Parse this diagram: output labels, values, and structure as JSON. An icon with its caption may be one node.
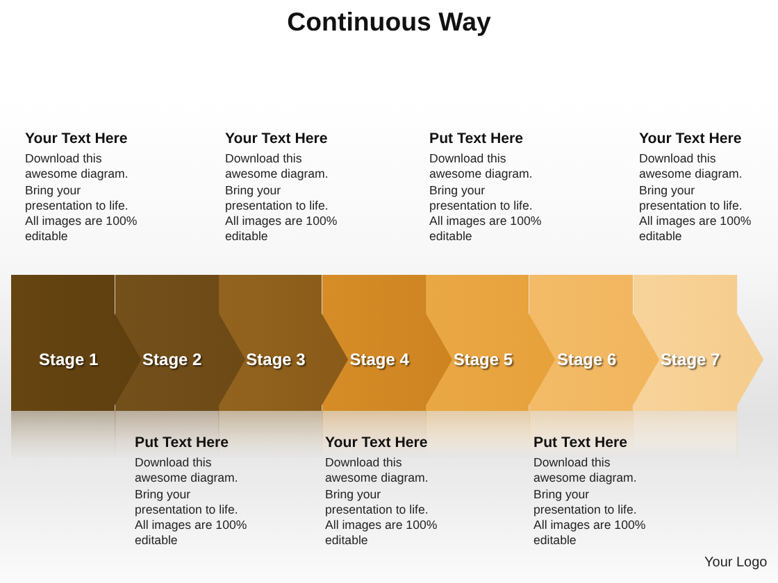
{
  "diagram": {
    "title": "Continuous Way",
    "nodes": [
      {
        "text": [
          "Stage 1"
        ],
        "beside": [
          "Your Text Here",
          "Download this awesome diagram. Bring your presentation to life. All images are 100% editable"
        ]
      },
      {
        "text": [
          "Stage 2"
        ],
        "beside": [
          "Put Text Here",
          "Download this awesome diagram. Bring your presentation to life. All images are 100% editable"
        ]
      },
      {
        "text": [
          "Stage 3"
        ],
        "beside": [
          "Your Text Here",
          "Download this awesome diagram. Bring your presentation to life. All images are 100% editable"
        ]
      },
      {
        "text": [
          "Stage 4"
        ],
        "beside": [
          "Your Text Here",
          "Download this awesome diagram. Bring your presentation to life. All images are 100% editable"
        ]
      },
      {
        "text": [
          "Stage 5"
        ],
        "beside": [
          "Put Text Here",
          "Download this awesome diagram. Bring your presentation to life. All images are 100% editable"
        ]
      },
      {
        "text": [
          "Stage 6"
        ],
        "beside": [
          "Put Text Here",
          "Download this awesome diagram. Bring your presentation to life. All images are 100% editable"
        ]
      },
      {
        "text": [
          "Stage 7"
        ],
        "beside": [
          "Your Text Here",
          "Download this awesome diagram. Bring your presentation to life. All images are 100% editable"
        ]
      }
    ],
    "labels": [
      "Your Logo"
    ]
  }
}
